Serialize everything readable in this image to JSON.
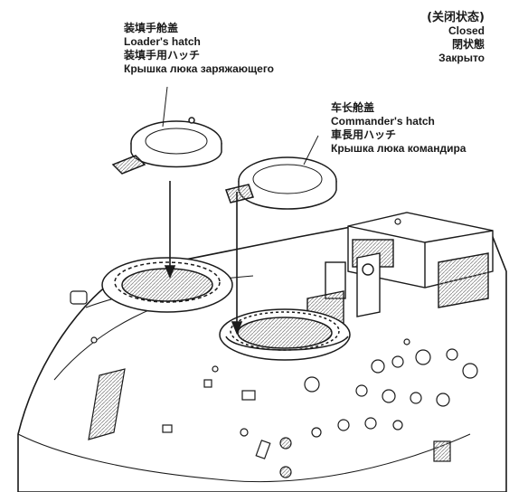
{
  "labels": {
    "loader": {
      "zh": "装填手舱盖",
      "en": "Loader's hatch",
      "ja": "装填手用ハッチ",
      "ru": "Крышка люка заряжающего"
    },
    "commander": {
      "zh": "车长舱盖",
      "en": "Commander's hatch",
      "ja": "車長用ハッチ",
      "ru": "Крышка люка командира"
    },
    "status": {
      "zh": "(关闭状态)",
      "en": "Closed",
      "ja": "閉状態",
      "ru": "Закрыто"
    }
  },
  "colors": {
    "line": "#1a1a1a",
    "shade": "#8a8a8a",
    "background": "#ffffff"
  }
}
